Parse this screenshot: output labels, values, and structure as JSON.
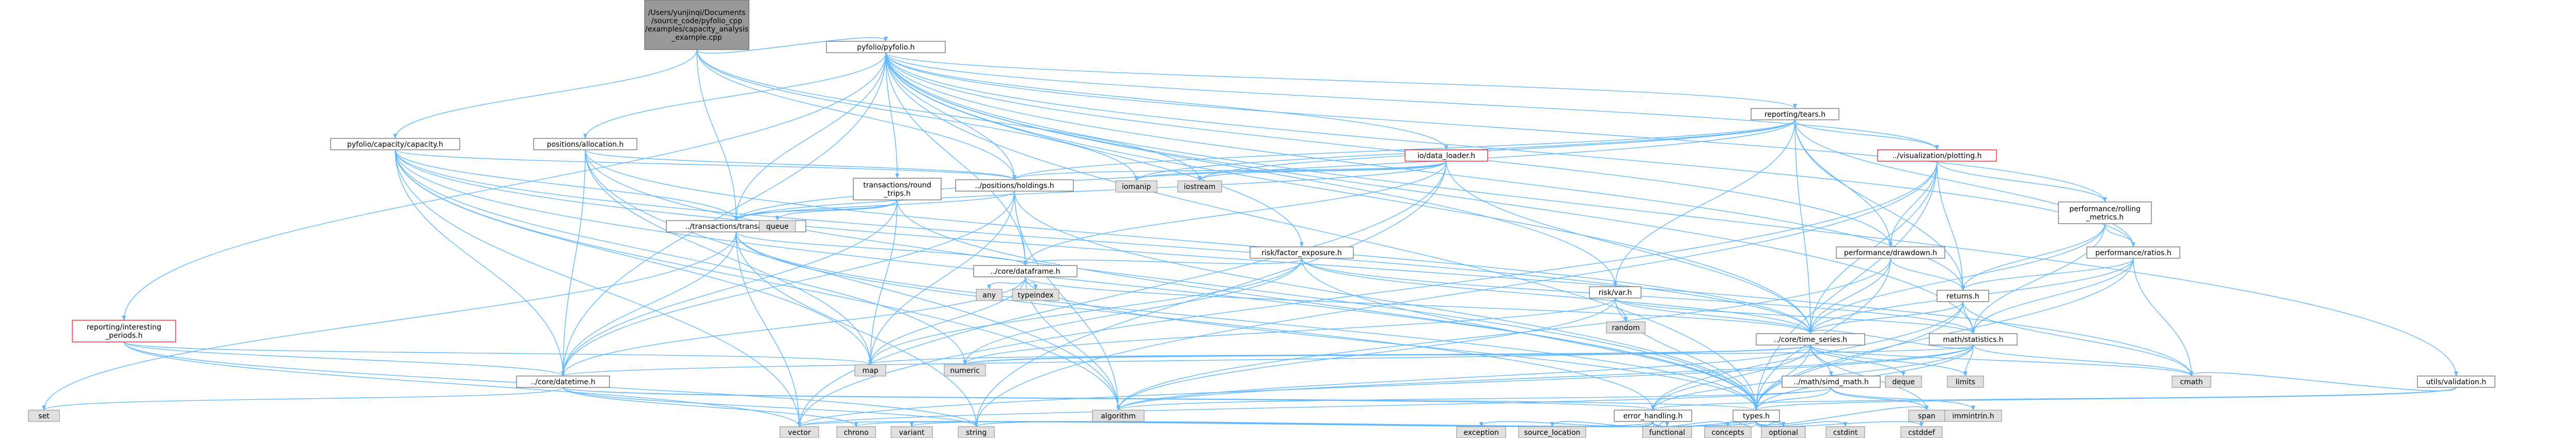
{
  "graph": {
    "colors": {
      "edge": "#63b8ff",
      "root_fill": "#999999",
      "node_fill": "#ffffff",
      "node_stroke": "#666666",
      "red_stroke": "#ff0000",
      "system_fill": "#e0e0e0",
      "system_stroke": "#999999"
    },
    "nodes": [
      {
        "id": "root",
        "lines": [
          "/Users/yunjinqi/Documents",
          "/source_code/pyfolio_cpp",
          "/examples/capacity_analysis",
          "_example.cpp"
        ],
        "kind": "root"
      },
      {
        "id": "pyfolio",
        "lines": [
          "pyfolio/pyfolio.h"
        ],
        "kind": "normal"
      },
      {
        "id": "capacity",
        "lines": [
          "pyfolio/capacity/capacity.h"
        ],
        "kind": "normal"
      },
      {
        "id": "allocation",
        "lines": [
          "positions/allocation.h"
        ],
        "kind": "normal"
      },
      {
        "id": "holdings",
        "lines": [
          "../positions/holdings.h"
        ],
        "kind": "normal"
      },
      {
        "id": "round_trips",
        "lines": [
          "transactions/round",
          "_trips.h"
        ],
        "kind": "normal"
      },
      {
        "id": "transaction",
        "lines": [
          "../transactions/transaction.h"
        ],
        "kind": "normal"
      },
      {
        "id": "dataframe",
        "lines": [
          "../core/dataframe.h"
        ],
        "kind": "normal"
      },
      {
        "id": "datetime",
        "lines": [
          "../core/datetime.h"
        ],
        "kind": "normal"
      },
      {
        "id": "time_series",
        "lines": [
          "../core/time_series.h"
        ],
        "kind": "normal"
      },
      {
        "id": "types",
        "lines": [
          "types.h"
        ],
        "kind": "normal"
      },
      {
        "id": "error_handling",
        "lines": [
          "error_handling.h"
        ],
        "kind": "normal"
      },
      {
        "id": "simd_math",
        "lines": [
          "../math/simd_math.h"
        ],
        "kind": "normal"
      },
      {
        "id": "statistics",
        "lines": [
          "math/statistics.h"
        ],
        "kind": "normal"
      },
      {
        "id": "returns",
        "lines": [
          "returns.h"
        ],
        "kind": "normal"
      },
      {
        "id": "drawdown",
        "lines": [
          "performance/drawdown.h"
        ],
        "kind": "normal"
      },
      {
        "id": "ratios",
        "lines": [
          "performance/ratios.h"
        ],
        "kind": "normal"
      },
      {
        "id": "rolling",
        "lines": [
          "performance/rolling",
          "_metrics.h"
        ],
        "kind": "normal"
      },
      {
        "id": "plotting",
        "lines": [
          "../visualization/plotting.h"
        ],
        "kind": "red"
      },
      {
        "id": "tears",
        "lines": [
          "reporting/tears.h"
        ],
        "kind": "normal"
      },
      {
        "id": "data_loader",
        "lines": [
          "io/data_loader.h"
        ],
        "kind": "red"
      },
      {
        "id": "factor_exposure",
        "lines": [
          "risk/factor_exposure.h"
        ],
        "kind": "normal"
      },
      {
        "id": "var",
        "lines": [
          "risk/var.h"
        ],
        "kind": "normal"
      },
      {
        "id": "interesting",
        "lines": [
          "reporting/interesting",
          "_periods.h"
        ],
        "kind": "red"
      },
      {
        "id": "validation",
        "lines": [
          "utils/validation.h"
        ],
        "kind": "normal"
      },
      {
        "id": "iomanip",
        "lines": [
          "iomanip"
        ],
        "kind": "system"
      },
      {
        "id": "iostream",
        "lines": [
          "iostream"
        ],
        "kind": "system"
      },
      {
        "id": "queue",
        "lines": [
          "queue"
        ],
        "kind": "system"
      },
      {
        "id": "any",
        "lines": [
          "any"
        ],
        "kind": "system"
      },
      {
        "id": "typeindex",
        "lines": [
          "typeindex"
        ],
        "kind": "system"
      },
      {
        "id": "random",
        "lines": [
          "random"
        ],
        "kind": "system"
      },
      {
        "id": "deque",
        "lines": [
          "deque"
        ],
        "kind": "system"
      },
      {
        "id": "limits",
        "lines": [
          "limits"
        ],
        "kind": "system"
      },
      {
        "id": "cmath",
        "lines": [
          "cmath"
        ],
        "kind": "system"
      },
      {
        "id": "map",
        "lines": [
          "map"
        ],
        "kind": "system"
      },
      {
        "id": "numeric",
        "lines": [
          "numeric"
        ],
        "kind": "system"
      },
      {
        "id": "set",
        "lines": [
          "set"
        ],
        "kind": "system"
      },
      {
        "id": "algorithm",
        "lines": [
          "algorithm"
        ],
        "kind": "system"
      },
      {
        "id": "span",
        "lines": [
          "span"
        ],
        "kind": "system"
      },
      {
        "id": "immintrin",
        "lines": [
          "immintrin.h"
        ],
        "kind": "system"
      },
      {
        "id": "vector",
        "lines": [
          "vector"
        ],
        "kind": "system"
      },
      {
        "id": "chrono",
        "lines": [
          "chrono"
        ],
        "kind": "system"
      },
      {
        "id": "variant",
        "lines": [
          "variant"
        ],
        "kind": "system"
      },
      {
        "id": "string",
        "lines": [
          "string"
        ],
        "kind": "system"
      },
      {
        "id": "exception",
        "lines": [
          "exception"
        ],
        "kind": "system"
      },
      {
        "id": "source_location",
        "lines": [
          "source_location"
        ],
        "kind": "system"
      },
      {
        "id": "functional",
        "lines": [
          "functional"
        ],
        "kind": "system"
      },
      {
        "id": "concepts",
        "lines": [
          "concepts"
        ],
        "kind": "system"
      },
      {
        "id": "optional",
        "lines": [
          "optional"
        ],
        "kind": "system"
      },
      {
        "id": "cstdint",
        "lines": [
          "cstdint"
        ],
        "kind": "system"
      },
      {
        "id": "cstddef",
        "lines": [
          "cstddef"
        ],
        "kind": "system"
      }
    ],
    "edges": [
      [
        "root",
        "pyfolio"
      ],
      [
        "root",
        "capacity"
      ],
      [
        "root",
        "holdings"
      ],
      [
        "root",
        "transaction"
      ],
      [
        "root",
        "iomanip"
      ],
      [
        "root",
        "iostream"
      ],
      [
        "pyfolio",
        "allocation"
      ],
      [
        "pyfolio",
        "holdings"
      ],
      [
        "pyfolio",
        "round_trips"
      ],
      [
        "pyfolio",
        "transaction"
      ],
      [
        "pyfolio",
        "dataframe"
      ],
      [
        "pyfolio",
        "time_series"
      ],
      [
        "pyfolio",
        "types"
      ],
      [
        "pyfolio",
        "statistics"
      ],
      [
        "pyfolio",
        "returns"
      ],
      [
        "pyfolio",
        "drawdown"
      ],
      [
        "pyfolio",
        "ratios"
      ],
      [
        "pyfolio",
        "rolling"
      ],
      [
        "pyfolio",
        "plotting"
      ],
      [
        "pyfolio",
        "tears"
      ],
      [
        "pyfolio",
        "data_loader"
      ],
      [
        "pyfolio",
        "factor_exposure"
      ],
      [
        "pyfolio",
        "var"
      ],
      [
        "pyfolio",
        "interesting"
      ],
      [
        "pyfolio",
        "validation"
      ],
      [
        "pyfolio",
        "datetime"
      ],
      [
        "capacity",
        "holdings"
      ],
      [
        "capacity",
        "transaction"
      ],
      [
        "capacity",
        "time_series"
      ],
      [
        "capacity",
        "datetime"
      ],
      [
        "capacity",
        "types"
      ],
      [
        "capacity",
        "algorithm"
      ],
      [
        "capacity",
        "map"
      ],
      [
        "capacity",
        "numeric"
      ],
      [
        "capacity",
        "vector"
      ],
      [
        "capacity",
        "cmath"
      ],
      [
        "allocation",
        "holdings"
      ],
      [
        "allocation",
        "time_series"
      ],
      [
        "allocation",
        "datetime"
      ],
      [
        "allocation",
        "types"
      ],
      [
        "allocation",
        "map"
      ],
      [
        "allocation",
        "algorithm"
      ],
      [
        "holdings",
        "dataframe"
      ],
      [
        "holdings",
        "datetime"
      ],
      [
        "holdings",
        "types"
      ],
      [
        "holdings",
        "map"
      ],
      [
        "holdings",
        "transaction"
      ],
      [
        "holdings",
        "algorithm"
      ],
      [
        "round_trips",
        "transaction"
      ],
      [
        "round_trips",
        "queue"
      ],
      [
        "round_trips",
        "map"
      ],
      [
        "round_trips",
        "datetime"
      ],
      [
        "round_trips",
        "types"
      ],
      [
        "transaction",
        "dataframe"
      ],
      [
        "transaction",
        "datetime"
      ],
      [
        "transaction",
        "types"
      ],
      [
        "transaction",
        "error_handling"
      ],
      [
        "transaction",
        "set"
      ],
      [
        "transaction",
        "vector"
      ],
      [
        "transaction",
        "string"
      ],
      [
        "dataframe",
        "any"
      ],
      [
        "dataframe",
        "typeindex"
      ],
      [
        "dataframe",
        "time_series"
      ],
      [
        "dataframe",
        "datetime"
      ],
      [
        "dataframe",
        "types"
      ],
      [
        "dataframe",
        "map"
      ],
      [
        "dataframe",
        "algorithm"
      ],
      [
        "datetime",
        "types"
      ],
      [
        "datetime",
        "error_handling"
      ],
      [
        "datetime",
        "chrono"
      ],
      [
        "datetime",
        "string"
      ],
      [
        "datetime",
        "set"
      ],
      [
        "time_series",
        "datetime"
      ],
      [
        "time_series",
        "types"
      ],
      [
        "time_series",
        "error_handling"
      ],
      [
        "time_series",
        "simd_math"
      ],
      [
        "time_series",
        "deque"
      ],
      [
        "time_series",
        "limits"
      ],
      [
        "time_series",
        "cmath"
      ],
      [
        "time_series",
        "map"
      ],
      [
        "time_series",
        "numeric"
      ],
      [
        "time_series",
        "algorithm"
      ],
      [
        "time_series",
        "span"
      ],
      [
        "simd_math",
        "immintrin"
      ],
      [
        "simd_math",
        "span"
      ],
      [
        "simd_math",
        "types"
      ],
      [
        "simd_math",
        "vector"
      ],
      [
        "simd_math",
        "algorithm"
      ],
      [
        "types",
        "vector"
      ],
      [
        "types",
        "chrono"
      ],
      [
        "types",
        "string"
      ],
      [
        "types",
        "variant"
      ],
      [
        "types",
        "span"
      ],
      [
        "types",
        "cstdint"
      ],
      [
        "types",
        "cstddef"
      ],
      [
        "types",
        "optional"
      ],
      [
        "types",
        "concepts"
      ],
      [
        "error_handling",
        "exception"
      ],
      [
        "error_handling",
        "source_location"
      ],
      [
        "error_handling",
        "functional"
      ],
      [
        "error_handling",
        "string"
      ],
      [
        "error_handling",
        "variant"
      ],
      [
        "error_handling",
        "optional"
      ],
      [
        "error_handling",
        "concepts"
      ],
      [
        "statistics",
        "types"
      ],
      [
        "statistics",
        "error_handling"
      ],
      [
        "statistics",
        "time_series"
      ],
      [
        "statistics",
        "cmath"
      ],
      [
        "statistics",
        "limits"
      ],
      [
        "statistics",
        "numeric"
      ],
      [
        "statistics",
        "algorithm"
      ],
      [
        "statistics",
        "vector"
      ],
      [
        "returns",
        "time_series"
      ],
      [
        "returns",
        "statistics"
      ],
      [
        "returns",
        "cmath"
      ],
      [
        "returns",
        "types"
      ],
      [
        "returns",
        "error_handling"
      ],
      [
        "drawdown",
        "time_series"
      ],
      [
        "drawdown",
        "returns"
      ],
      [
        "drawdown",
        "types"
      ],
      [
        "drawdown",
        "algorithm"
      ],
      [
        "ratios",
        "returns"
      ],
      [
        "ratios",
        "statistics"
      ],
      [
        "ratios",
        "time_series"
      ],
      [
        "ratios",
        "cmath"
      ],
      [
        "ratios",
        "types"
      ],
      [
        "rolling",
        "ratios"
      ],
      [
        "rolling",
        "returns"
      ],
      [
        "rolling",
        "statistics"
      ],
      [
        "rolling",
        "time_series"
      ],
      [
        "plotting",
        "drawdown"
      ],
      [
        "plotting",
        "rolling"
      ],
      [
        "plotting",
        "returns"
      ],
      [
        "plotting",
        "time_series"
      ],
      [
        "plotting",
        "types"
      ],
      [
        "plotting",
        "vector"
      ],
      [
        "plotting",
        "string"
      ],
      [
        "tears",
        "plotting"
      ],
      [
        "tears",
        "drawdown"
      ],
      [
        "tears",
        "ratios"
      ],
      [
        "tears",
        "returns"
      ],
      [
        "tears",
        "var"
      ],
      [
        "tears",
        "holdings"
      ],
      [
        "tears",
        "transaction"
      ],
      [
        "tears",
        "time_series"
      ],
      [
        "tears",
        "iomanip"
      ],
      [
        "tears",
        "iostream"
      ],
      [
        "data_loader",
        "holdings"
      ],
      [
        "data_loader",
        "transaction"
      ],
      [
        "data_loader",
        "dataframe"
      ],
      [
        "data_loader",
        "time_series"
      ],
      [
        "data_loader",
        "iomanip"
      ],
      [
        "data_loader",
        "iostream"
      ],
      [
        "data_loader",
        "string"
      ],
      [
        "data_loader",
        "vector"
      ],
      [
        "factor_exposure",
        "dataframe"
      ],
      [
        "factor_exposure",
        "time_series"
      ],
      [
        "factor_exposure",
        "statistics"
      ],
      [
        "factor_exposure",
        "map"
      ],
      [
        "factor_exposure",
        "numeric"
      ],
      [
        "factor_exposure",
        "types"
      ],
      [
        "var",
        "time_series"
      ],
      [
        "var",
        "statistics"
      ],
      [
        "var",
        "random"
      ],
      [
        "var",
        "algorithm"
      ],
      [
        "var",
        "numeric"
      ],
      [
        "var",
        "types"
      ],
      [
        "interesting",
        "datetime"
      ],
      [
        "interesting",
        "map"
      ],
      [
        "interesting",
        "vector"
      ],
      [
        "interesting",
        "string"
      ],
      [
        "validation",
        "types"
      ],
      [
        "validation",
        "error_handling"
      ],
      [
        "validation",
        "cmath"
      ]
    ]
  }
}
